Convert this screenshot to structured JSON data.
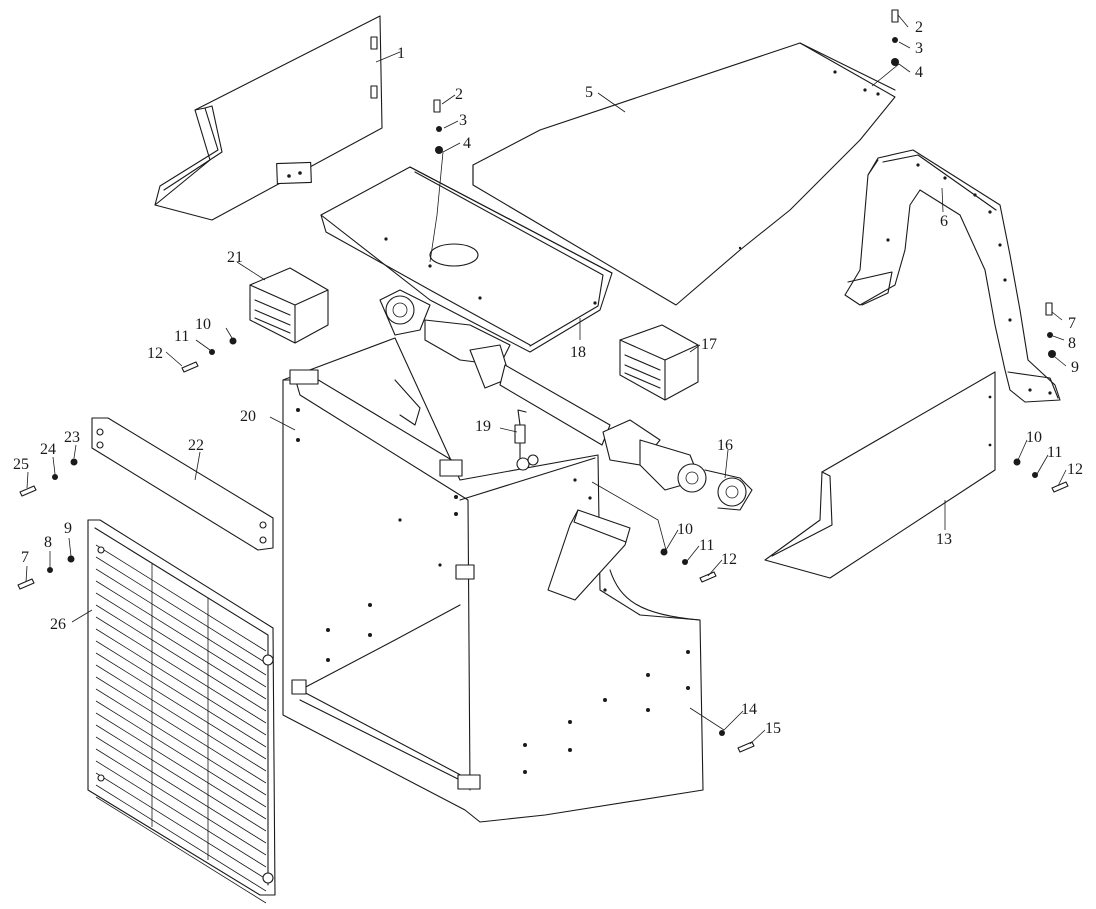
{
  "callouts": [
    "1",
    "2",
    "3",
    "4",
    "2",
    "3",
    "4",
    "5",
    "6",
    "7",
    "8",
    "9",
    "10",
    "11",
    "12",
    "13",
    "10",
    "11",
    "12",
    "14",
    "15",
    "16",
    "17",
    "18",
    "19",
    "20",
    "10",
    "11",
    "12",
    "21",
    "22",
    "23",
    "24",
    "25",
    "9",
    "8",
    "7",
    "26"
  ]
}
